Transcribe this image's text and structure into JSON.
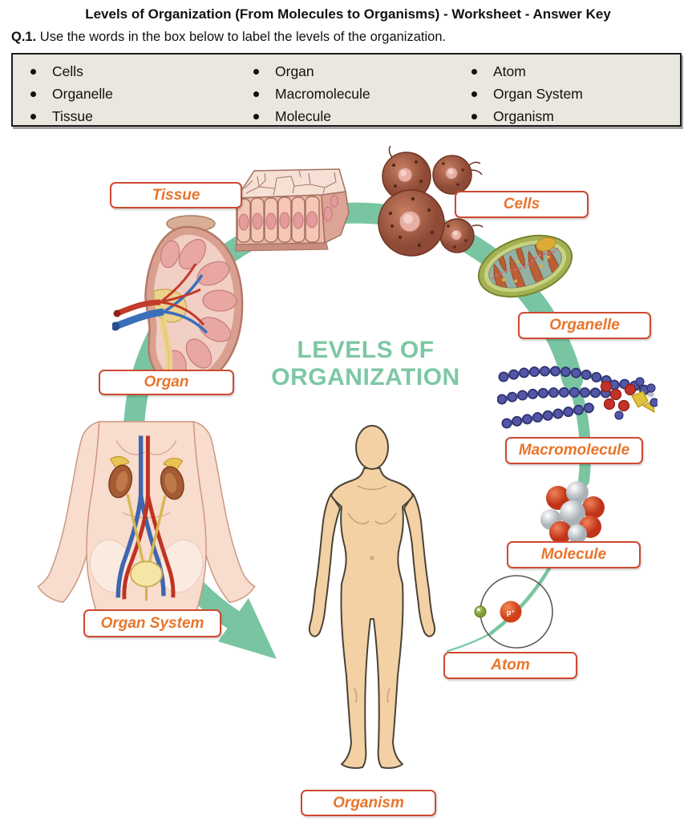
{
  "page": {
    "title": "Levels of Organization (From Molecules to Organisms) - Worksheet - Answer Key",
    "question_number": "Q.1.",
    "question_text": " Use the words in the box below to label the levels of the organization."
  },
  "word_bank": {
    "columns": [
      {
        "items": [
          "Cells",
          "Organelle",
          "Tissue"
        ]
      },
      {
        "items": [
          "Organ",
          "Macromolecule",
          "Molecule"
        ]
      },
      {
        "items": [
          "Atom",
          "Organ System",
          "Organism"
        ]
      }
    ]
  },
  "diagram": {
    "center_title_line1": "LEVELS OF",
    "center_title_line2": "ORGANIZATION",
    "labels": {
      "tissue": "Tissue",
      "cells": "Cells",
      "organelle": "Organelle",
      "organ": "Organ",
      "macromolecule": "Macromolecule",
      "molecule": "Molecule",
      "atom": "Atom",
      "organ_system": "Organ System",
      "organism": "Organism"
    },
    "atom_nucleus_label": "p⁺",
    "colors": {
      "arc_teal": "#79c5a2",
      "label_border": "#cd4a2f",
      "label_text": "#e8752b",
      "center_title": "#7ec7a4",
      "word_bank_bg": "#eae7de"
    }
  }
}
